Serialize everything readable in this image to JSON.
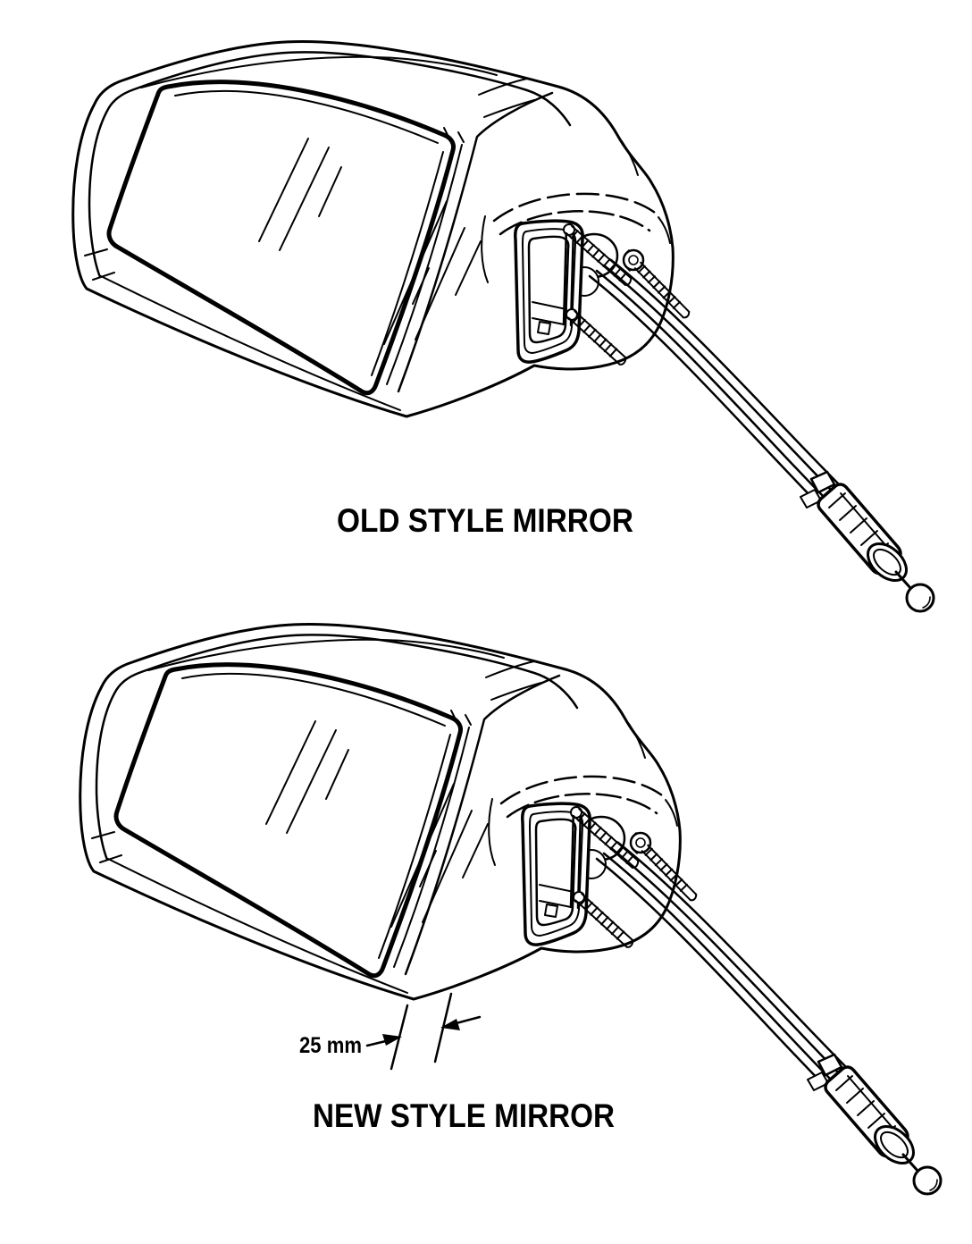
{
  "page": {
    "background_color": "#ffffff",
    "ink_color": "#000000",
    "description": "Service manual line illustration comparing old and new style remote-control door mirrors"
  },
  "figures": {
    "old": {
      "label": "OLD STYLE MIRROR"
    },
    "new": {
      "label": "NEW STYLE MIRROR",
      "dimension": {
        "label": "25 mm",
        "value": 25,
        "unit": "mm"
      }
    }
  }
}
